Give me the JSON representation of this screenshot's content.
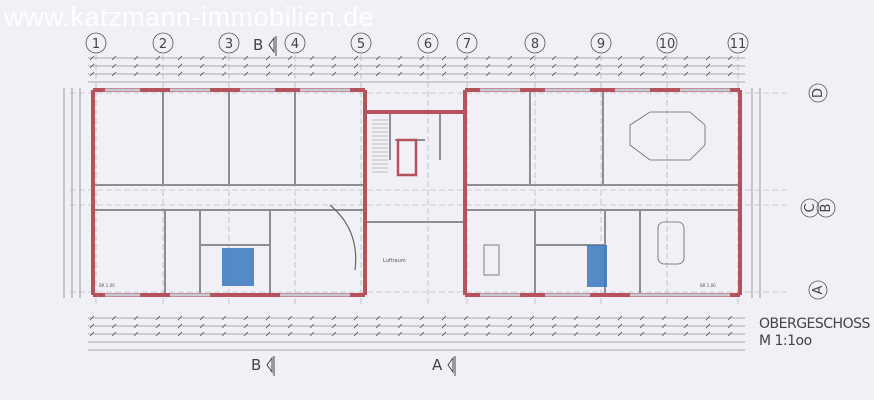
{
  "watermark": "www.katzmann-immobilien.de",
  "axes": {
    "columns": [
      "1",
      "2",
      "3",
      "4",
      "5",
      "6",
      "7",
      "8",
      "9",
      "10",
      "11"
    ],
    "rows": [
      "D",
      "C",
      "B",
      "A"
    ]
  },
  "sections": {
    "top_b": "B",
    "bottom_b": "B",
    "bottom_a": "A"
  },
  "rooms": {
    "void": "Luftraum",
    "window_tag": "BR 1.00"
  },
  "title": {
    "floor": "OBERGESCHOSS",
    "scale": "M  1:1oo"
  },
  "colors": {
    "wall": "#b5535c",
    "partition": "#8d8d95",
    "wet_room": "#3a78c0",
    "dimension": "#666"
  }
}
